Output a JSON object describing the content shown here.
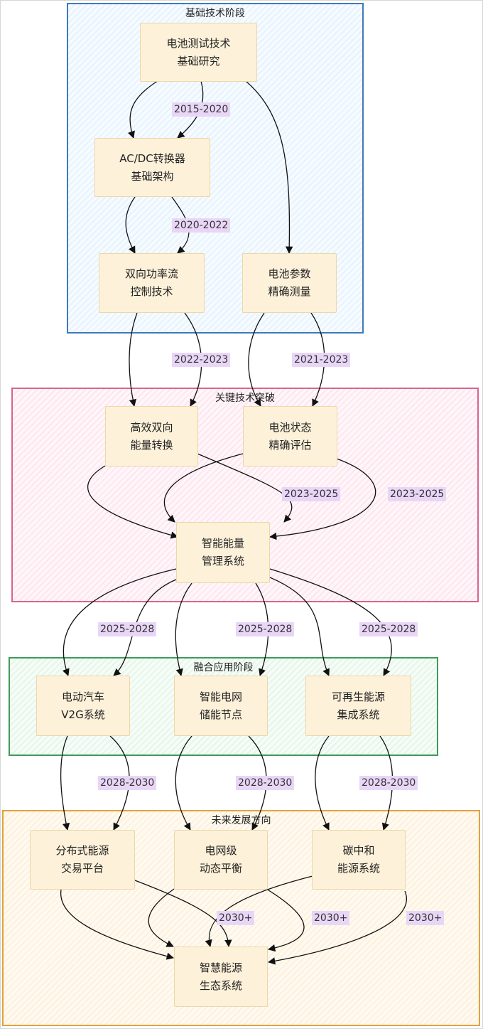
{
  "stages": {
    "s1": "基础技术阶段",
    "s2": "关键技术突破",
    "s3": "融合应用阶段",
    "s4": "未来发展方向"
  },
  "nodes": {
    "n1": [
      "电池测试技术",
      "基础研究"
    ],
    "n2": [
      "AC/DC转换器",
      "基础架构"
    ],
    "n3": [
      "双向功率流",
      "控制技术"
    ],
    "n4": [
      "电池参数",
      "精确测量"
    ],
    "n5": [
      "高效双向",
      "能量转换"
    ],
    "n6": [
      "电池状态",
      "精确评估"
    ],
    "n7": [
      "智能能量",
      "管理系统"
    ],
    "n8": [
      "电动汽车",
      "V2G系统"
    ],
    "n9": [
      "智能电网",
      "储能节点"
    ],
    "n10": [
      "可再生能源",
      "集成系统"
    ],
    "n11": [
      "分布式能源",
      "交易平台"
    ],
    "n12": [
      "电网级",
      "动态平衡"
    ],
    "n13": [
      "碳中和",
      "能源系统"
    ],
    "n14": [
      "智慧能源",
      "生态系统"
    ]
  },
  "labels": {
    "l1": "2015-2020",
    "l2": "2020-2022",
    "l3": "2022-2023",
    "l4": "2021-2023",
    "l5": "2023-2025",
    "l6": "2023-2025",
    "l7": "2025-2028",
    "l8": "2025-2028",
    "l9": "2025-2028",
    "l10": "2028-2030",
    "l11": "2028-2030",
    "l12": "2028-2030",
    "l13": "2030+",
    "l14": "2030+",
    "l15": "2030+"
  }
}
